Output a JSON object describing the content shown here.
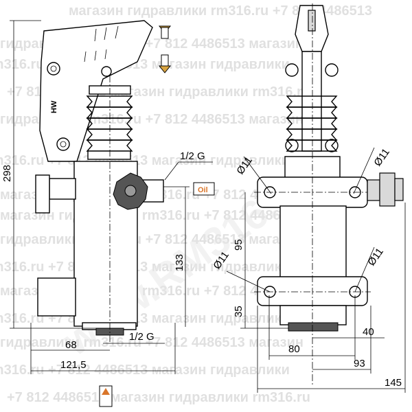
{
  "watermark": {
    "lines": [
      "магазин гидравлики rm316.ru +7 812 4486513",
      "гидравлики rm316.ru +7 812 4486513 магазин",
      "rm316.ru +7 812 4486513 магазин гидравлики",
      "+7 812 4486513 магазин гидравлики rm316.ru"
    ],
    "big": "www.RM316.RU"
  },
  "side_view": {
    "dims": {
      "total_height": "298",
      "port_thread_top": "1/2 G",
      "port_height": "133",
      "width_68": "68",
      "width_121_5": "121,5",
      "port_thread_bottom": "1/2 G"
    },
    "oil_label": "Oil",
    "brand_label": "HW"
  },
  "front_view": {
    "dims": {
      "hole_top_left": "Ø11",
      "hole_top_right": "Ø11",
      "hole_bottom_left": "Ø11",
      "hole_bottom_right": "Ø11",
      "vertical_95": "95",
      "vertical_35": "35",
      "width_80": "80",
      "width_40": "40",
      "width_93": "93",
      "width_145": "145"
    }
  }
}
